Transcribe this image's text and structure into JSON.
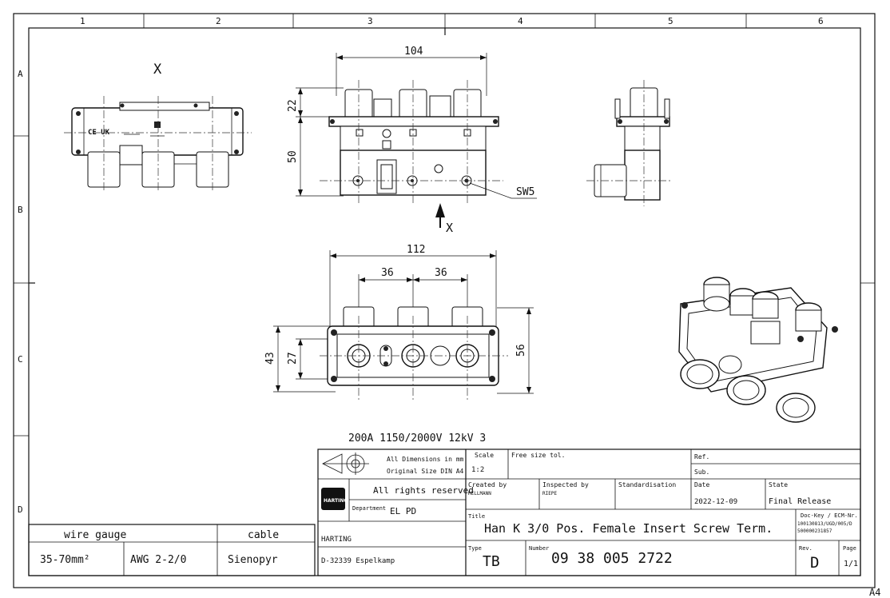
{
  "frame": {
    "columns": [
      "1",
      "2",
      "3",
      "4",
      "5",
      "6"
    ],
    "rows": [
      "A",
      "B",
      "C",
      "D"
    ],
    "format_mark": "A4"
  },
  "views": {
    "view_label": "X",
    "arrow_label": "X",
    "front_dims": {
      "width": "104",
      "upper_height": "22",
      "lower_height": "50",
      "wrench": "SW5"
    },
    "bottom_dims": {
      "width": "112",
      "pitch_left": "36",
      "pitch_right": "36",
      "height_outer": "43",
      "height_inner": "27",
      "depth": "56"
    },
    "rating": "200A 1150/2000V 12kV 3"
  },
  "wire_table": {
    "header_gauge": "wire gauge",
    "header_cable": "cable",
    "gauge_metric": "35-70mm²",
    "gauge_awg": "AWG 2-2/0",
    "cable": "Sienopyr"
  },
  "title_block": {
    "all_dimensions": "All Dimensions in mm",
    "original_size": "Original Size DIN A4",
    "rights": "All rights reserved",
    "department_label": "Department",
    "department": "EL PD",
    "company": "HARTING",
    "address": "D-32339 Espelkamp",
    "scale_label": "Scale",
    "scale": "1:2",
    "tolerance": "Free size tol.",
    "ref_label": "Ref.",
    "sub_label": "Sub.",
    "created_label": "Created by",
    "created": "HELLMANN",
    "inspected_label": "Inspected by",
    "inspected": "RIEPE",
    "standardisation_label": "Standardisation",
    "date_label": "Date",
    "date": "2022-12-09",
    "state_label": "State",
    "state": "Final Release",
    "title_label": "Title",
    "title": "Han K 3/0 Pos. Female Insert Screw Term.",
    "dockey_label": "Doc-Key / ECM-Nr.",
    "dockey_1": "100130813/UGD/005/D",
    "dockey_2": "500000231857",
    "type_label": "Type",
    "type": "TB",
    "number_label": "Number",
    "number": "09 38 005 2722",
    "rev_label": "Rev.",
    "rev": "D",
    "page_label": "Page",
    "page": "1/1",
    "logo_text": "HARTING"
  }
}
